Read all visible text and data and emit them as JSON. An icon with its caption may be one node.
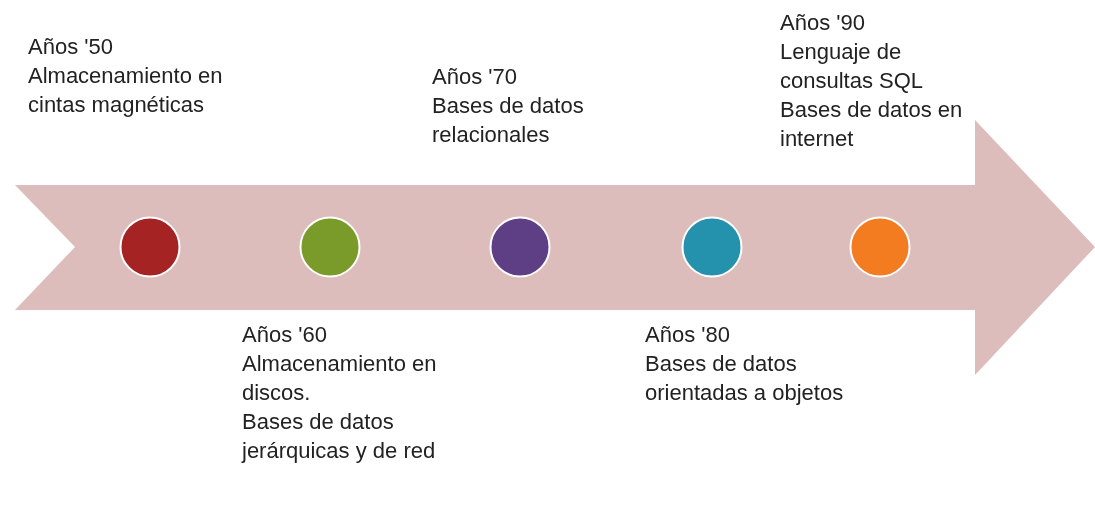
{
  "diagram": {
    "nodes": [
      {
        "text": [],
        "shape": "arrow"
      },
      {
        "text": [],
        "shape": "circle",
        "in": 0,
        "beside": [
          "Años '50",
          "Almacenamiento en cintas magnéticas"
        ]
      },
      {
        "text": [],
        "shape": "circle",
        "in": 0,
        "beside": [
          "Años '60",
          "Almacenamiento en discos.",
          "Bases de datos jerárquicas y de red"
        ]
      },
      {
        "text": [],
        "shape": "circle",
        "in": 0,
        "beside": [
          "Años '70",
          "Bases de datos relacionales"
        ]
      },
      {
        "text": [],
        "shape": "circle",
        "in": 0,
        "beside": [
          "Años '80",
          "Bases de datos orientadas a objetos"
        ]
      },
      {
        "text": [],
        "shape": "circle",
        "in": 0,
        "beside": [
          "Años '90",
          "Lenguaje de consultas SQL",
          "Bases de datos en internet"
        ]
      }
    ]
  }
}
